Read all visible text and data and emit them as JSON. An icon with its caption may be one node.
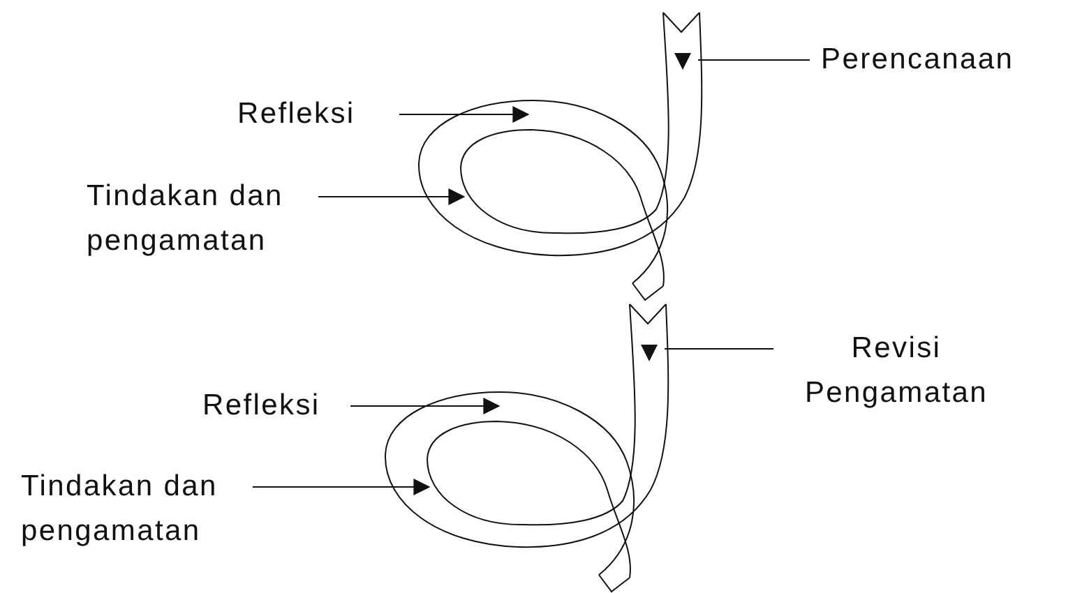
{
  "diagram": {
    "nodes": [
      {
        "text": [
          "Perencanaan"
        ]
      },
      {
        "text": [
          "Refleksi"
        ]
      },
      {
        "text": [
          "Tindakan dan pengamatan"
        ]
      },
      {
        "text": [
          "Revisi Pengamatan"
        ]
      },
      {
        "text": [
          "Refleksi"
        ]
      },
      {
        "text": [
          "Tindakan dan pengamatan"
        ]
      }
    ],
    "edges": [
      {
        "from": 0,
        "to": null,
        "arrow": "none"
      },
      {
        "from": 1,
        "to": null,
        "arrow": "to"
      },
      {
        "from": 2,
        "to": null,
        "arrow": "to"
      },
      {
        "from": 3,
        "to": null,
        "arrow": "none"
      },
      {
        "from": 4,
        "to": null,
        "arrow": "to"
      },
      {
        "from": 5,
        "to": null,
        "arrow": "to"
      }
    ]
  }
}
